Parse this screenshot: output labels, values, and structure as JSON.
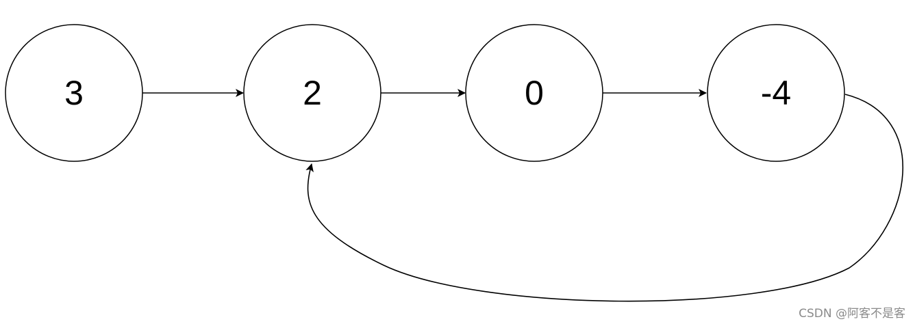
{
  "diagram": {
    "type": "linked-list-with-cycle",
    "nodes": [
      {
        "id": "n0",
        "label": "3"
      },
      {
        "id": "n1",
        "label": "2"
      },
      {
        "id": "n2",
        "label": "0"
      },
      {
        "id": "n3",
        "label": "-4"
      }
    ],
    "edges": [
      {
        "from": "n0",
        "to": "n1"
      },
      {
        "from": "n1",
        "to": "n2"
      },
      {
        "from": "n2",
        "to": "n3"
      },
      {
        "from": "n3",
        "to": "n1",
        "curved": true
      }
    ]
  },
  "watermark": {
    "text": "CSDN @阿客不是客"
  },
  "colors": {
    "stroke": "#000000",
    "background": "#ffffff",
    "watermark": "#8a8a8a"
  }
}
